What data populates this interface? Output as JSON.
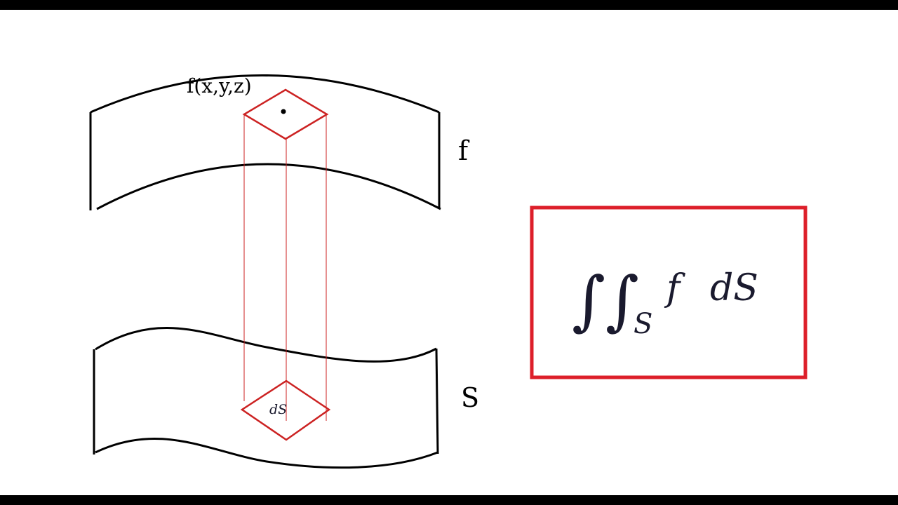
{
  "diagram": {
    "point_label": "f(x,y,z)",
    "upper_surface_label": "f",
    "lower_surface_label": "S",
    "area_element_label": "dS",
    "formula": {
      "integral_sign": "∫∫",
      "subscript": "S",
      "integrand": "f",
      "differential": "dS"
    }
  },
  "colors": {
    "surface_stroke": "#000000",
    "projection_red": "#cc2222",
    "formula_box": "#dd1f2a"
  }
}
